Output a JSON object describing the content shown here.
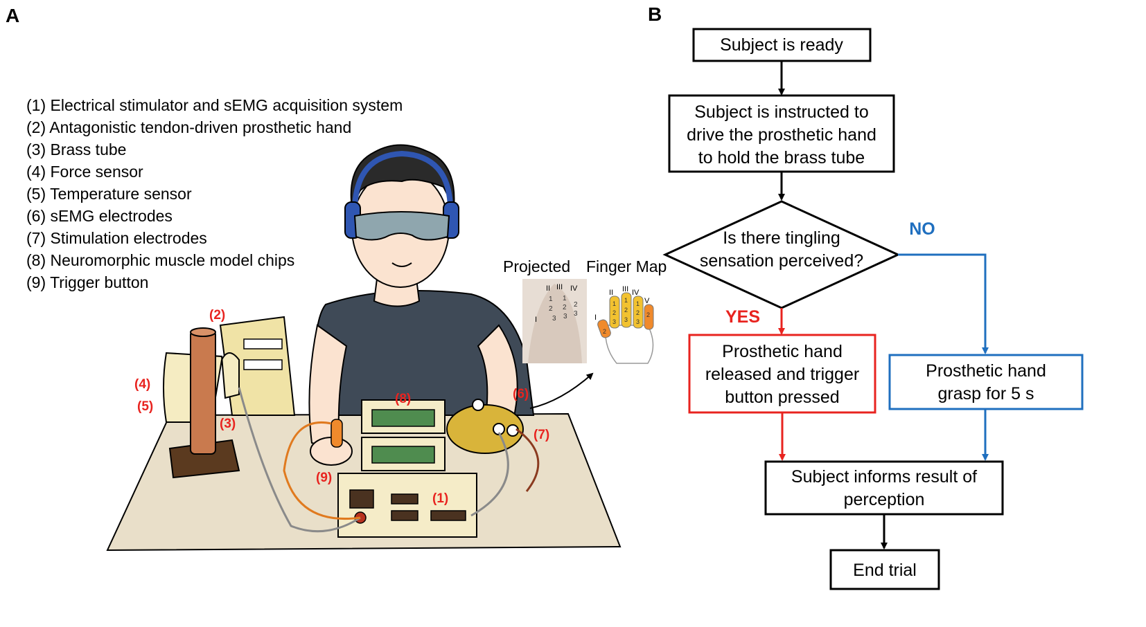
{
  "panels": {
    "a": "A",
    "b": "B"
  },
  "legend": [
    "(1) Electrical stimulator and sEMG acquisition system",
    "(2) Antagonistic tendon-driven prosthetic hand",
    "(3) Brass tube",
    "(4) Force sensor",
    "(5) Temperature sensor",
    "(6) sEMG electrodes",
    "(7) Stimulation electrodes",
    "(8) Neuromorphic muscle model chips",
    "(9) Trigger button"
  ],
  "markers": {
    "m1": "(1)",
    "m2": "(2)",
    "m3": "(3)",
    "m4": "(4)",
    "m5": "(5)",
    "m6": "(6)",
    "m7": "(7)",
    "m8": "(8)",
    "m9": "(9)"
  },
  "map": {
    "projected": "Projected",
    "finger_map": "Finger Map",
    "roman": [
      "I",
      "II",
      "III",
      "IV",
      "V"
    ],
    "segments": [
      "1",
      "2",
      "3"
    ]
  },
  "flow": {
    "ready": "Subject is ready",
    "instruct": [
      "Subject is instructed to",
      "drive the prosthetic hand",
      "to hold the brass tube"
    ],
    "decision": [
      "Is there tingling",
      "sensation perceived?"
    ],
    "yes": "YES",
    "no": "NO",
    "released": [
      "Prosthetic hand",
      "released and trigger",
      "button pressed"
    ],
    "grasp": [
      "Prosthetic hand",
      "grasp for 5 s"
    ],
    "informs": [
      "Subject informs result of",
      "perception"
    ],
    "end": "End trial"
  },
  "colors": {
    "yes_red": "#e8231f",
    "no_blue": "#1f6fbf",
    "marker_red": "#e8231f",
    "table": "#e9dfc9",
    "shirt": "#3f4a57",
    "copper": "#c97a4e",
    "finger_yellow": "#f2c230",
    "finger_orange": "#f08a2c"
  }
}
